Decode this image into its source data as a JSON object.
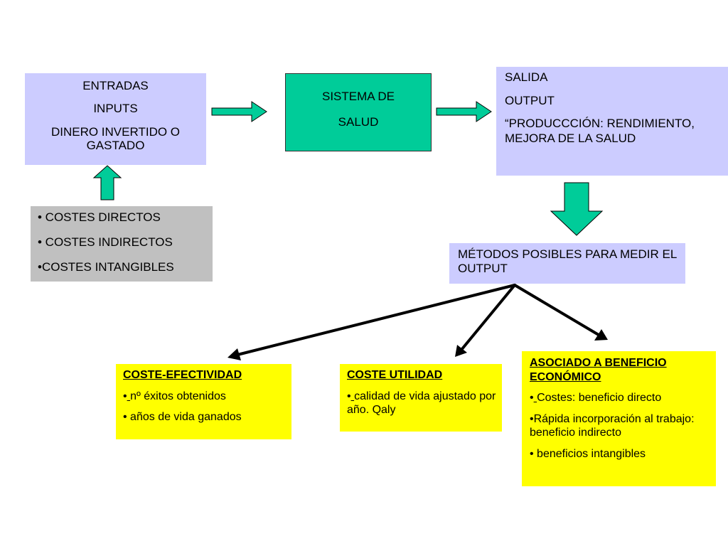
{
  "inputs": {
    "line1": "ENTRADAS",
    "line2": "INPUTS",
    "line3": "DINERO INVERTIDO O GASTADO"
  },
  "system": {
    "line1": "SISTEMA DE",
    "line2": "SALUD"
  },
  "output": {
    "line1": "SALIDA",
    "line2": "OUTPUT",
    "line3": "“PRODUCCCIÓN: RENDIMIENTO, MEJORA DE LA SALUD"
  },
  "costs": {
    "items": [
      "• COSTES DIRECTOS",
      "• COSTES INDIRECTOS",
      "•COSTES INTANGIBLES"
    ]
  },
  "methods": {
    "label": "MÉTODOS POSIBLES PARA MEDIR EL OUTPUT"
  },
  "cost_effectiveness": {
    "title": "COSTE-EFECTIVIDAD",
    "item1_bullet": "•",
    "item1_mark": " ",
    "item1_text": "nº éxitos obtenidos",
    "item2": "• años de vida ganados"
  },
  "cost_utility": {
    "title": "COSTE UTILIDAD",
    "item1_bullet": "•",
    "item1_mark": " ",
    "item1_text": "calidad de vida ajustado por año. Qaly"
  },
  "economic_benefit": {
    "title": "ASOCIADO A BENEFICIO ECONÓMICO",
    "item1_bullet": "•",
    "item1_mark": " ",
    "item1_text": "Costes: beneficio directo",
    "item2": "•Rápida incorporación al trabajo: beneficio indirecto",
    "item3": "• beneficios intangibles"
  },
  "colors": {
    "blue_box": "#ccccff",
    "gray_box": "#c0c0c0",
    "teal_box": "#00cc99",
    "yellow_box": "#ffff00",
    "block_arrow": "#00cc99"
  },
  "icons": [
    "right-block-arrow",
    "up-block-arrow",
    "down-block-arrow",
    "line-arrow"
  ]
}
